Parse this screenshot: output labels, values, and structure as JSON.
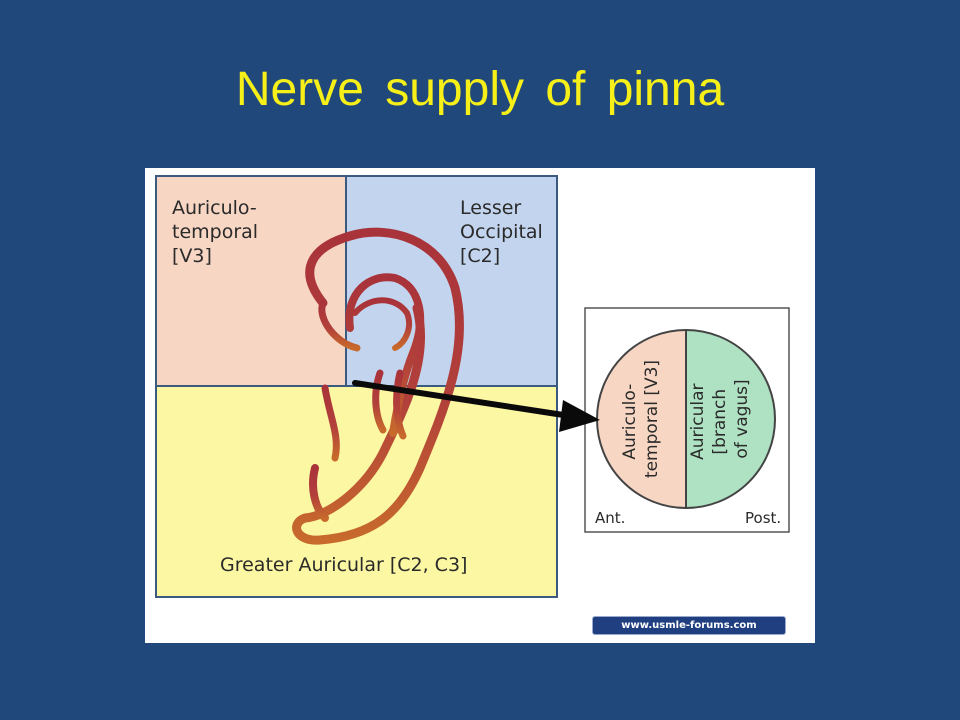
{
  "slide": {
    "title": "Nerve  supply  of  pinna"
  },
  "figure": {
    "regions": {
      "auriculotemporal": "Auriculo-\ntemporal\n[V3]",
      "lesser_occipital": "Lesser\nOccipital\n[C2]",
      "greater_auricular": "Greater Auricular [C2, C3]"
    },
    "inset": {
      "anterior_half": "Auriculo-\ntemporal [V3]",
      "posterior_half": "Auricular\n[branch\nof vagus]",
      "ant_label": "Ant.",
      "post_label": "Post."
    },
    "watermark": "www.usmle-forums.com"
  },
  "colors": {
    "background": "#21487b",
    "title": "#f6f018",
    "auriculotemporal_fill": "#f7d6c4",
    "lesser_occipital_fill": "#c3d5ee",
    "greater_auricular_fill": "#fbf7a2",
    "vagus_fill": "#aee2c3",
    "ear_outline": "#a8333a"
  },
  "icons": [
    "arrow-icon",
    "ear-outline-icon"
  ]
}
